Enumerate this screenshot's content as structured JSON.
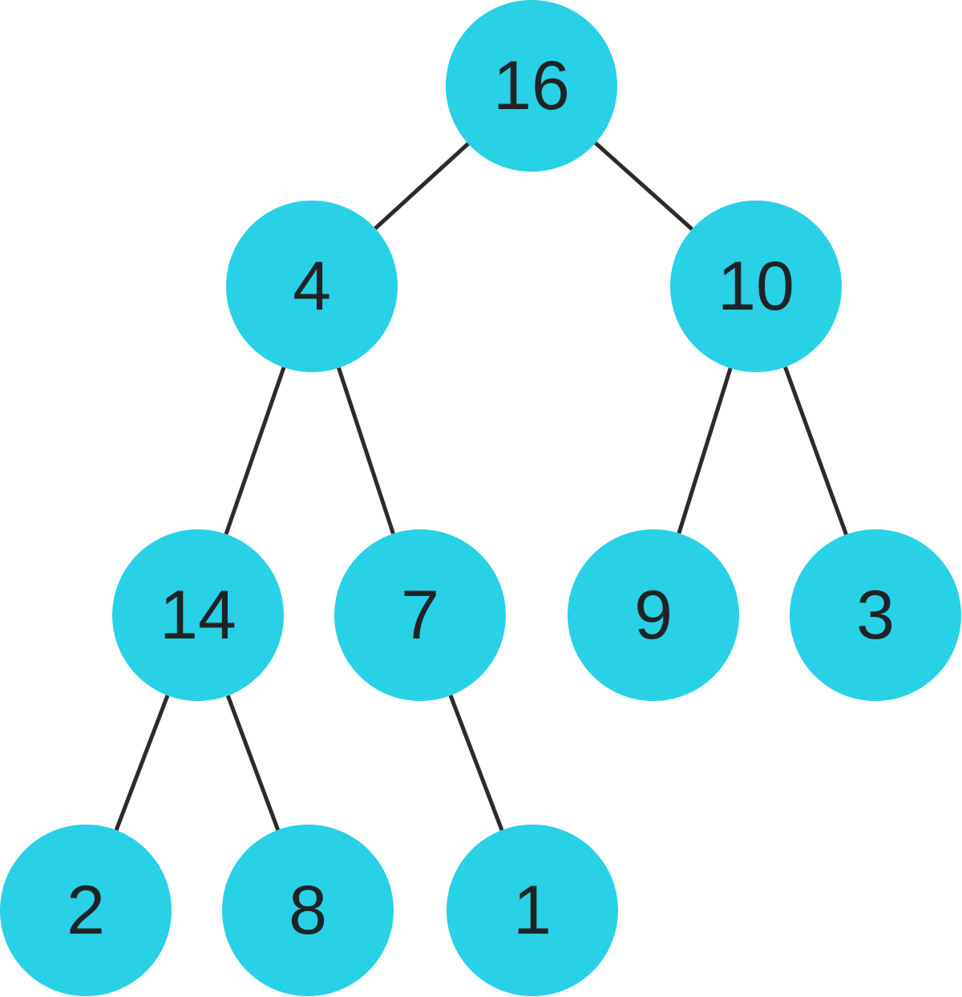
{
  "diagram": {
    "type": "binary-tree",
    "node_color": "#29d1e6",
    "edge_color": "#2b2b2b",
    "label_color": "#1f2326",
    "nodes": [
      {
        "id": "n1",
        "label": "16",
        "parent": null
      },
      {
        "id": "n2",
        "label": "4",
        "parent": "n1"
      },
      {
        "id": "n3",
        "label": "10",
        "parent": "n1"
      },
      {
        "id": "n4",
        "label": "14",
        "parent": "n2"
      },
      {
        "id": "n5",
        "label": "7",
        "parent": "n2"
      },
      {
        "id": "n6",
        "label": "9",
        "parent": "n3"
      },
      {
        "id": "n7",
        "label": "3",
        "parent": "n3"
      },
      {
        "id": "n8",
        "label": "2",
        "parent": "n4"
      },
      {
        "id": "n9",
        "label": "8",
        "parent": "n4"
      },
      {
        "id": "n10",
        "label": "1",
        "parent": "n5"
      }
    ]
  }
}
